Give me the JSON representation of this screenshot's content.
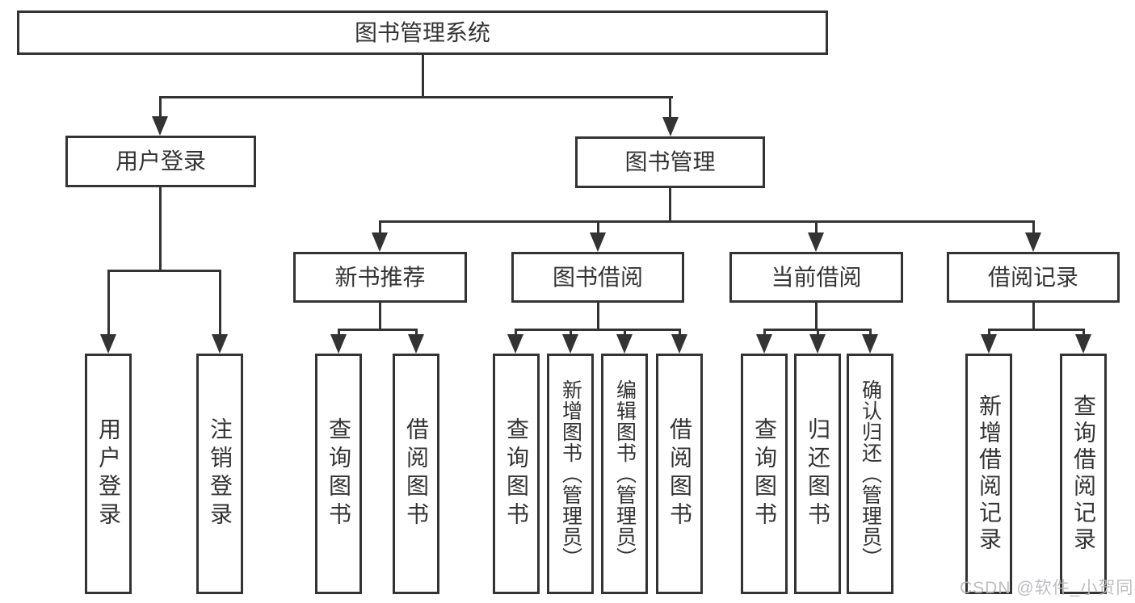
{
  "diagram": {
    "type": "hierarchy-tree",
    "colors": {
      "line": "#333333",
      "text": "#333333",
      "background": "#ffffff",
      "watermark_text_color": "#b6b8bb"
    },
    "watermark": "CSDN @软件_小贺同学",
    "nodes": {
      "root": {
        "label": "图书管理系统"
      },
      "level2": [
        {
          "label": "用户登录"
        },
        {
          "label": "图书管理"
        }
      ],
      "level3": [
        {
          "label": "新书推荐",
          "parent": "图书管理"
        },
        {
          "label": "图书借阅",
          "parent": "图书管理"
        },
        {
          "label": "当前借阅",
          "parent": "图书管理"
        },
        {
          "label": "借阅记录",
          "parent": "图书管理"
        }
      ],
      "leaves": [
        {
          "label": "用户登录",
          "parent": "用户登录"
        },
        {
          "label": "注销登录",
          "parent": "用户登录"
        },
        {
          "label": "查询图书",
          "parent": "新书推荐"
        },
        {
          "label": "借阅图书",
          "parent": "新书推荐"
        },
        {
          "label": "查询图书",
          "parent": "图书借阅"
        },
        {
          "label": "新增图书（管理员）",
          "parent": "图书借阅"
        },
        {
          "label": "编辑图书（管理员）",
          "parent": "图书借阅"
        },
        {
          "label": "借阅图书",
          "parent": "图书借阅"
        },
        {
          "label": "查询图书",
          "parent": "当前借阅"
        },
        {
          "label": "归还图书",
          "parent": "当前借阅"
        },
        {
          "label": "确认归还（管理员）",
          "parent": "当前借阅"
        },
        {
          "label": "新增借阅记录",
          "parent": "借阅记录"
        },
        {
          "label": "查询借阅记录",
          "parent": "借阅记录"
        }
      ]
    }
  }
}
